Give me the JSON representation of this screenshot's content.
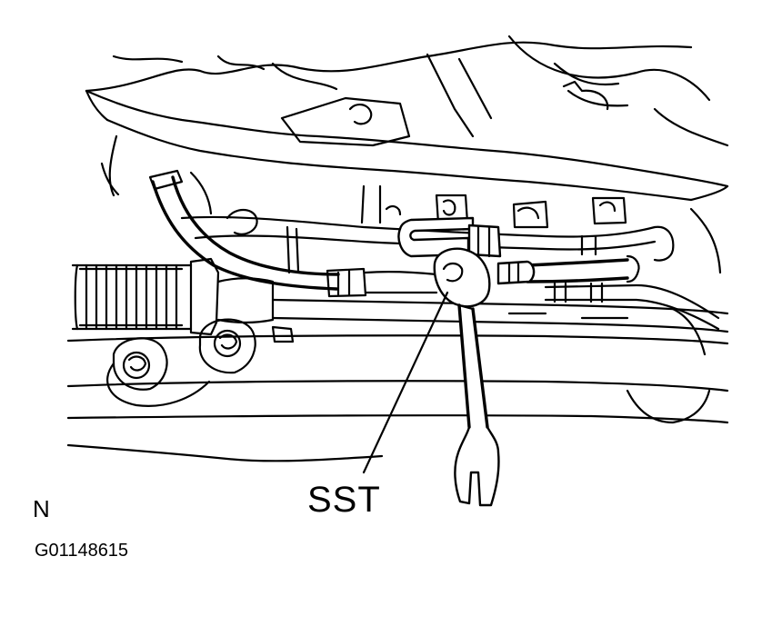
{
  "figure": {
    "callout_label": "SST",
    "figure_code": "G01148615",
    "note_marker": "N"
  }
}
